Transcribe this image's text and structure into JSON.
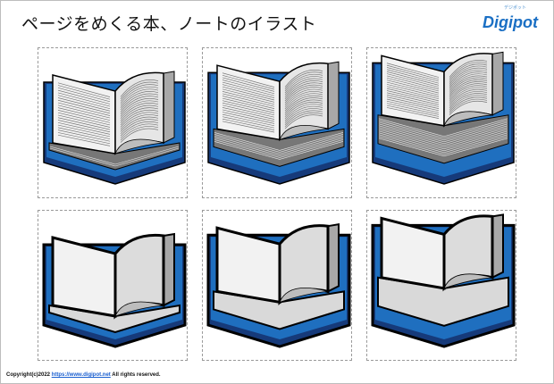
{
  "title": "ページをめくる本、ノートのイラスト",
  "logo": {
    "text": "Digipot",
    "kana": "デジポット"
  },
  "colors": {
    "cover": "#1f6fbf",
    "cover_dark": "#163a7a",
    "page": "#f2f2f2",
    "page_shade": "#d9d9d9",
    "edge": "#a8a8a8",
    "outline": "#000000"
  },
  "illustrations": [
    {
      "name": "book-lined-thin",
      "lines": true,
      "stack": 0
    },
    {
      "name": "book-lined-medium",
      "lines": true,
      "stack": 1
    },
    {
      "name": "book-lined-thick",
      "lines": true,
      "stack": 2
    },
    {
      "name": "notebook-blank-thin",
      "lines": false,
      "stack": 0
    },
    {
      "name": "notebook-blank-medium",
      "lines": false,
      "stack": 1
    },
    {
      "name": "notebook-blank-thick",
      "lines": false,
      "stack": 2
    }
  ],
  "footer": {
    "copyright": "Copyright(c)2022 ",
    "link": "https://www.digipot.net",
    "rights": " All rights reserved."
  }
}
